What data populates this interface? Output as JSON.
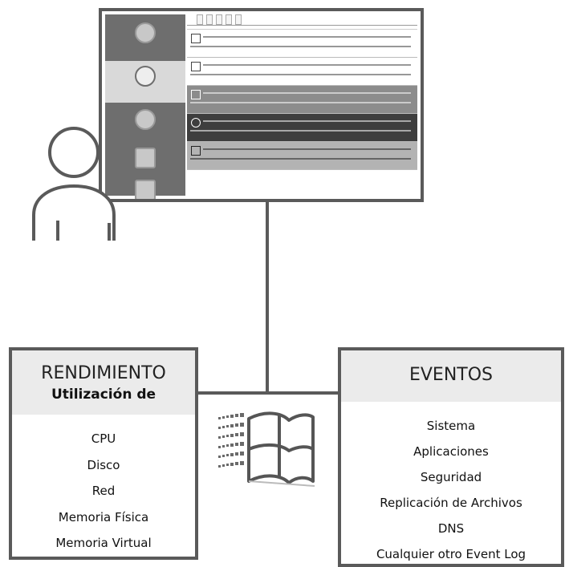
{
  "monitor": {
    "sidebar": [
      "",
      "",
      "",
      "",
      ""
    ],
    "toolbar": [
      "",
      "",
      "",
      "",
      ""
    ],
    "title": "",
    "events": [
      "light",
      "light",
      "mid",
      "dark",
      "grey"
    ]
  },
  "left_box": {
    "title": "RENDIMIENTO",
    "subtitle": "Utilización de",
    "items": [
      "CPU",
      "Disco",
      "Red",
      "Memoria Física",
      "Memoria Virtual"
    ]
  },
  "right_box": {
    "title": "EVENTOS",
    "items": [
      "Sistema",
      "Aplicaciones",
      "Seguridad",
      "Replicación de Archivos",
      "DNS",
      "Cualquier otro Event Log"
    ]
  },
  "colors": {
    "frame": "#5a5a5a",
    "header_bg": "#ebebeb"
  },
  "icons": [
    "user-icon",
    "windows-logo-icon"
  ]
}
